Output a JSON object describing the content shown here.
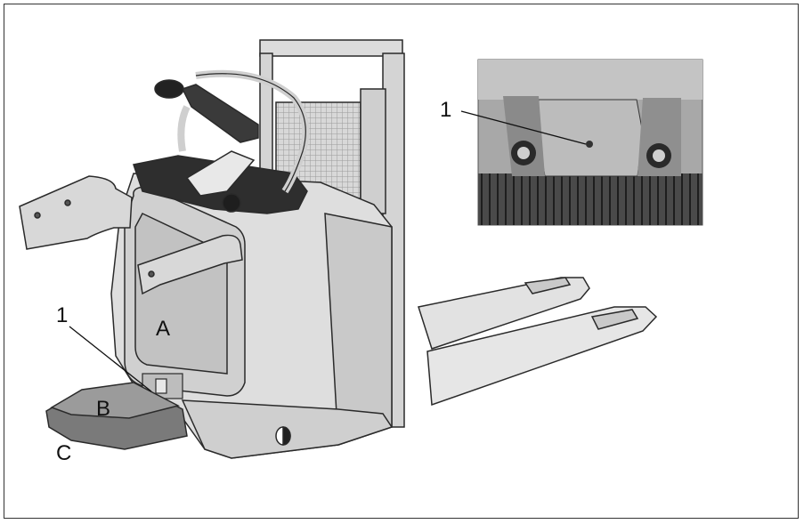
{
  "callouts": {
    "main_marker": "1",
    "inset_marker": "1",
    "part_a": "A",
    "part_b": "B",
    "part_c": "C"
  },
  "colors": {
    "frame": "#333333",
    "body_light": "#e3e3e3",
    "body_mid": "#c9c9c9",
    "body_dark": "#8a8a8a",
    "outline": "#2a2a2a",
    "inset_bg": "#9a9a9a",
    "floor": "#3a3a3a"
  }
}
